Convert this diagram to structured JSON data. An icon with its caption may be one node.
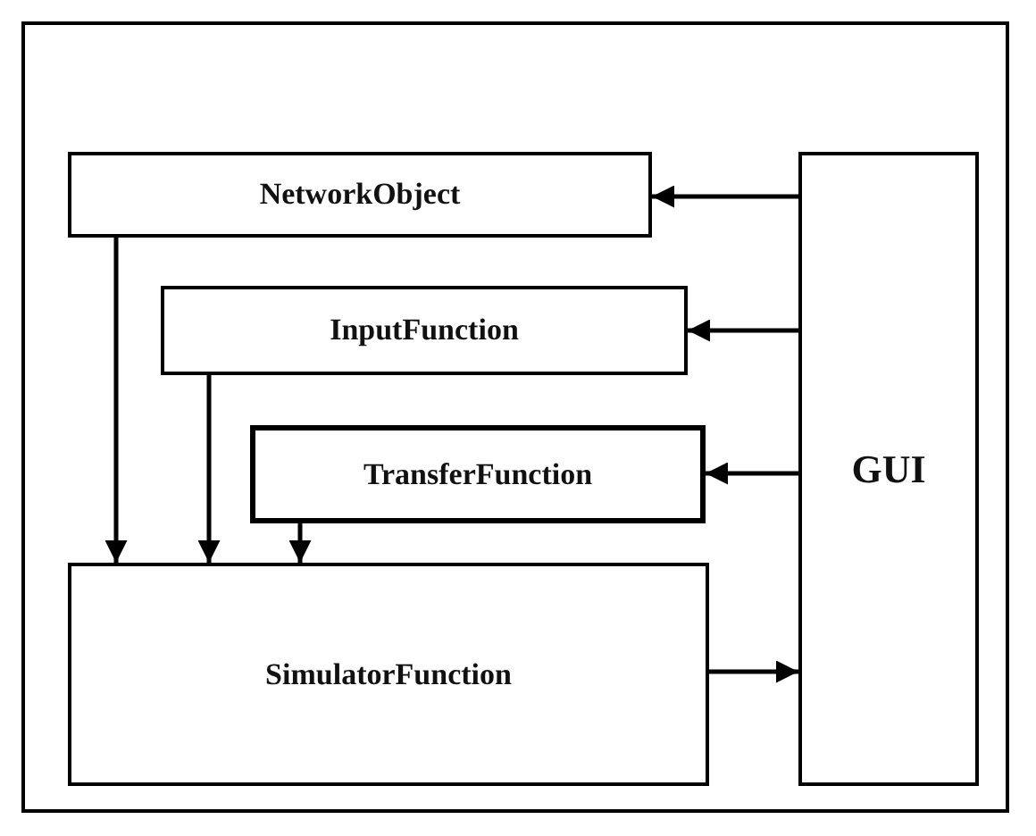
{
  "diagram": {
    "nodes": [
      {
        "text": [],
        "shape": "box"
      },
      {
        "text": [
          "NetworkObject"
        ],
        "in": 0
      },
      {
        "text": [
          "InputFunction"
        ],
        "in": 0
      },
      {
        "text": [
          "TransferFunction"
        ],
        "in": 0
      },
      {
        "text": [
          "SimulatorFunction"
        ],
        "in": 0
      },
      {
        "text": [
          "GUI"
        ],
        "in": 0
      }
    ],
    "edges": [
      {
        "from": 5,
        "to": 1,
        "arrow": "to"
      },
      {
        "from": 5,
        "to": 2,
        "arrow": "to"
      },
      {
        "from": 5,
        "to": 3,
        "arrow": "to"
      },
      {
        "from": 4,
        "to": 5,
        "arrow": "to"
      },
      {
        "from": 1,
        "to": 4,
        "arrow": "to"
      },
      {
        "from": 2,
        "to": 4,
        "arrow": "to"
      },
      {
        "from": 3,
        "to": 4,
        "arrow": "to"
      }
    ]
  }
}
